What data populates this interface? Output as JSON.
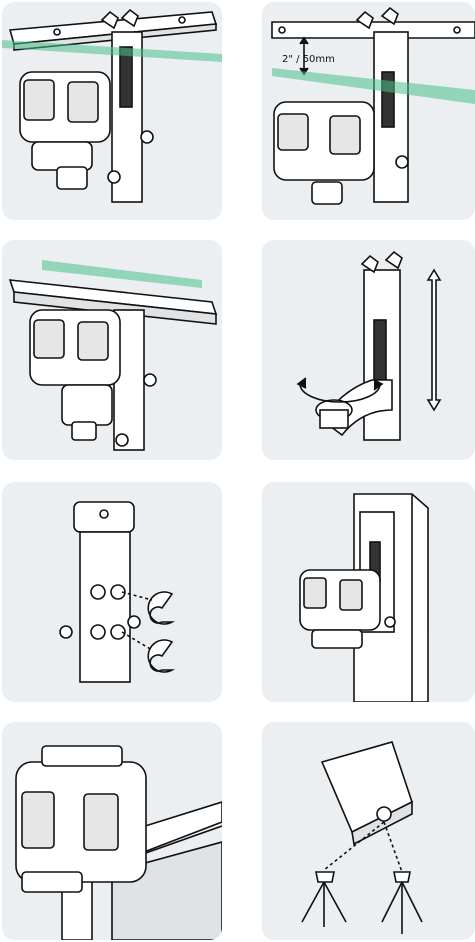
{
  "panels": [
    {
      "id": "wall-rail-mount"
    },
    {
      "id": "rail-offset",
      "annotation": "2\" / 50mm"
    },
    {
      "id": "ceiling-rail-mount"
    },
    {
      "id": "bracket-adjust"
    },
    {
      "id": "magnet-mount"
    },
    {
      "id": "steel-column-mount"
    },
    {
      "id": "floor-placement"
    },
    {
      "id": "tripod-mount"
    }
  ],
  "colors": {
    "panel_bg": "#eceff2",
    "laser_green": "#4bbf8a",
    "line": "#111111"
  }
}
